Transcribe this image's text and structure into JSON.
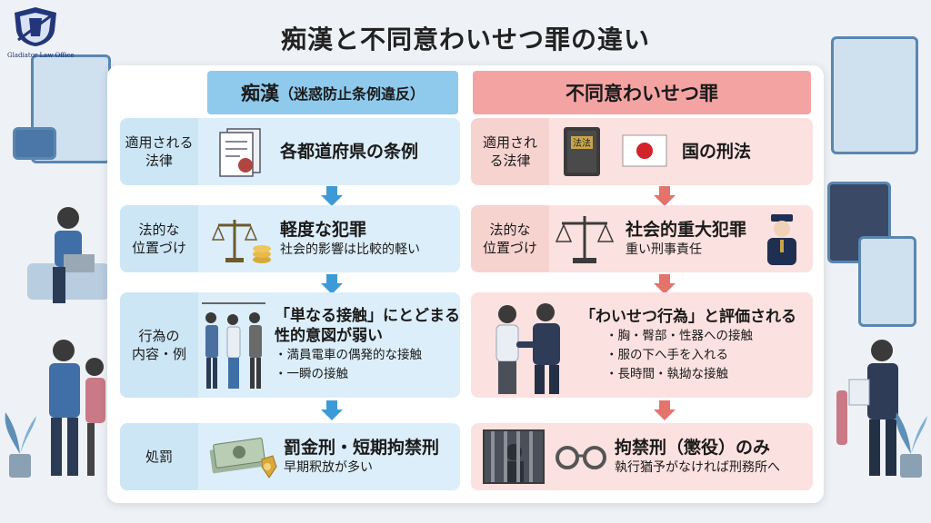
{
  "logo": {
    "caption": "Gladiator Law Office"
  },
  "title": "痴漢と不同意わいせつ罪の違い",
  "columns": {
    "left_title": "痴漢",
    "left_title_paren": "（迷惑防止条例違反）",
    "right_title": "不同意わいせつ罪"
  },
  "rows": {
    "law": {
      "label_left_1": "適用される",
      "label_left_2": "法律",
      "label_right_1": "適用され",
      "label_right_2": "る法律",
      "left_text": "各都道府県の条例",
      "right_book": "法法",
      "right_text": "国の刑法"
    },
    "position": {
      "label_1": "法的な",
      "label_2": "位置づけ",
      "left_main": "軽度な犯罪",
      "left_sub": "社会的影響は比較的軽い",
      "right_main": "社会的重大犯罪",
      "right_sub": "重い刑事責任"
    },
    "act": {
      "label_1": "行為の",
      "label_2": "内容・例",
      "left_main_1": "「単なる接触」にとどまる",
      "left_main_2": "性的意図が弱い",
      "left_bullets": [
        "・満員電車の偶発的な接触",
        "・一瞬の接触"
      ],
      "right_main": "「わいせつ行為」と評価される",
      "right_bullets": [
        "・胸・臀部・性器への接触",
        "・服の下へ手を入れる",
        "・長時間・執拗な接触"
      ]
    },
    "penalty": {
      "label": "処罰",
      "left_main": "罰金刑・短期拘禁刑",
      "left_sub": "早期釈放が多い",
      "right_main": "拘禁刑（懲役）のみ",
      "right_sub": "執行猶予がなければ刑務所へ"
    }
  },
  "colors": {
    "left_accent": "#3e9ad6",
    "right_accent": "#e4736c"
  }
}
